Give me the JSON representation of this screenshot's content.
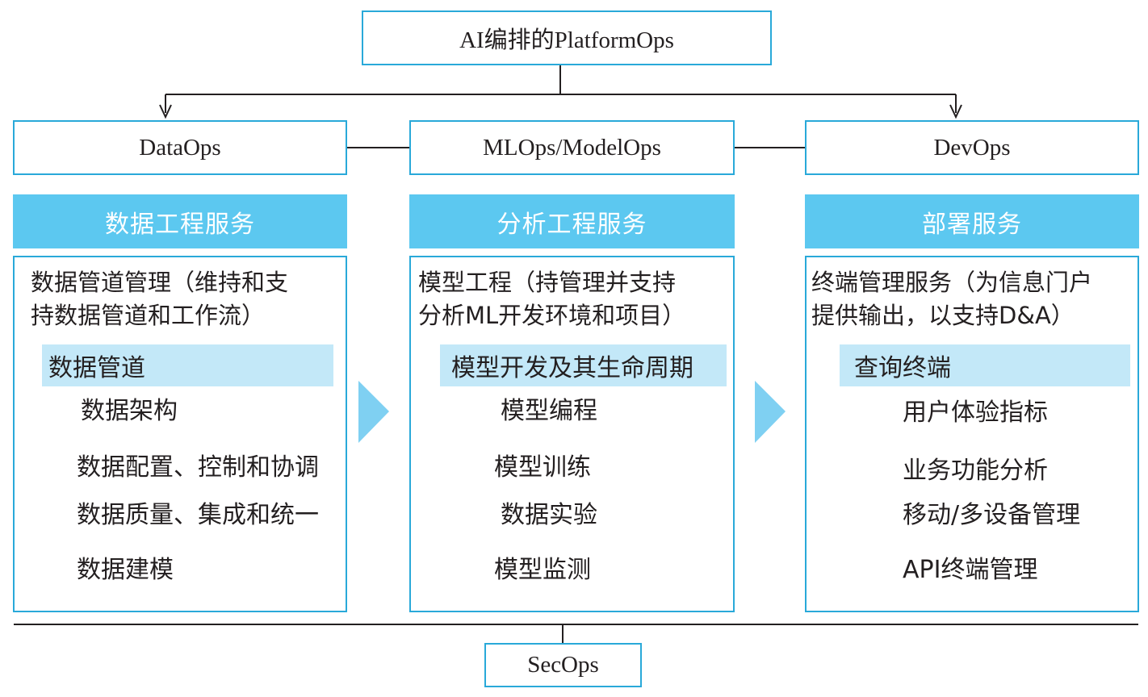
{
  "top": {
    "label": "AI编排的PlatformOps"
  },
  "ops": {
    "dataops": "DataOps",
    "mlops": "MLOps/ModelOps",
    "devops": "DevOps"
  },
  "columns": [
    {
      "header": "数据工程服务",
      "desc_lines": [
        "数据管道管理（维持和支",
        "持数据管道和工作流）"
      ],
      "group": "数据管道",
      "items": [
        "数据架构",
        "数据配置、控制和协调",
        "数据质量、集成和统一",
        "数据建模"
      ]
    },
    {
      "header": "分析工程服务",
      "desc_lines": [
        "模型工程（持管理并支持",
        "分析ML开发环境和项目）"
      ],
      "group": "模型开发及其生命周期",
      "items": [
        "模型编程",
        "模型训练",
        "数据实验",
        "模型监测"
      ]
    },
    {
      "header": "部署服务",
      "desc_lines": [
        "终端管理服务（为信息门户",
        "提供输出，以支持D&A）"
      ],
      "group": "查询终端",
      "items": [
        "用户体验指标",
        "业务功能分析",
        "移动/多设备管理",
        "API终端管理"
      ]
    }
  ],
  "bottom": {
    "label": "SecOps"
  },
  "colors": {
    "border": "#29a9d9",
    "header_fill": "#5cc8f0",
    "highlight": "#c3e8f8",
    "arrow": "#7fd0f2"
  }
}
